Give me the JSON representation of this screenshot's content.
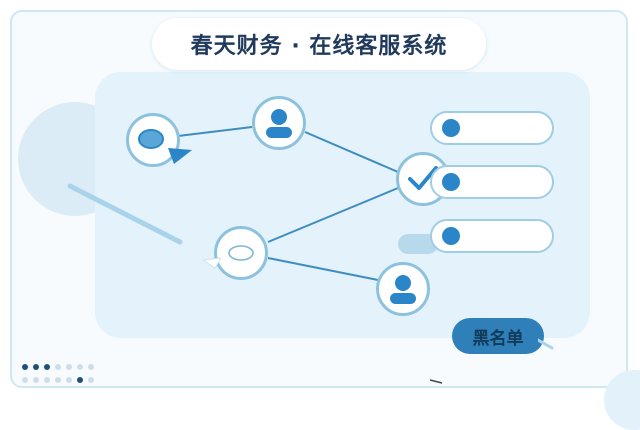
{
  "header": {
    "title": "春天财务 · 在线客服系统"
  },
  "badge": {
    "label": "黑名单"
  },
  "contact_list": {
    "item_count": 3
  },
  "colors": {
    "accent": "#2a86c8",
    "node_border": "#8cc2dd",
    "panel_bg": "#e3f2fb",
    "title_text": "#1f3a5c",
    "badge_bg": "#2f7fb8"
  },
  "icons": {
    "chat_bubble": "chat-bubble-icon",
    "user": "user-icon",
    "check": "check-icon",
    "empty_chat": "empty-chat-bubble-icon"
  }
}
